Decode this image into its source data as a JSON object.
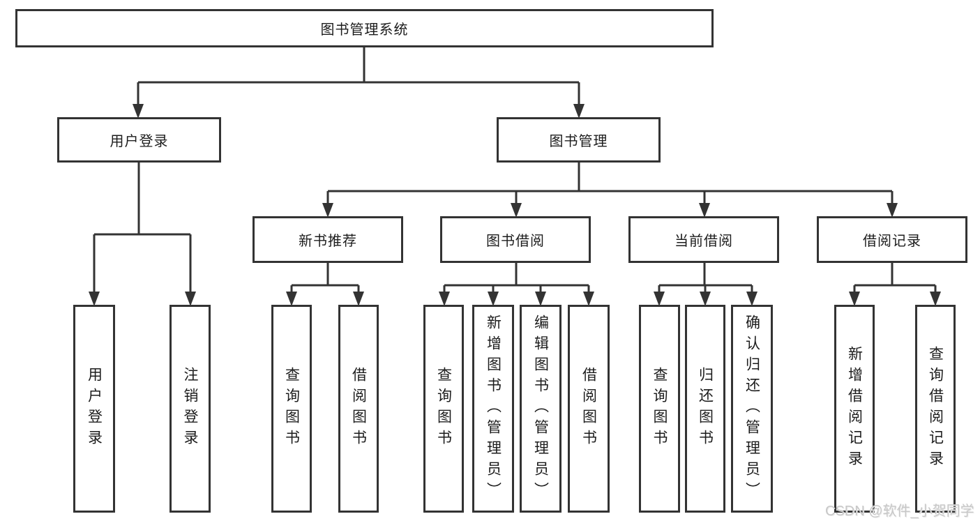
{
  "diagram": {
    "root": "图书管理系统",
    "level2": {
      "user_login": "用户登录",
      "book_management": "图书管理"
    },
    "login_children": [
      "用户登录",
      "注销登录"
    ],
    "level3": [
      "新书推荐",
      "图书借阅",
      "当前借阅",
      "借阅记录"
    ],
    "leaf_groups": {
      "new_books": [
        "查询图书",
        "借阅图书"
      ],
      "book_borrow": [
        "查询图书",
        "新增图书（管理员）",
        "编辑图书（管理员）",
        "借阅图书"
      ],
      "current_borrow": [
        "查询图书",
        "归还图书",
        "确认归还（管理员）"
      ],
      "borrow_records": [
        "新增借阅记录",
        "查询借阅记录"
      ]
    }
  },
  "watermark": "CSDN @软件_小贺同学",
  "colors": {
    "line": "#333333",
    "node_border": "#333333",
    "text": "#1c1c1c",
    "watermark": "#c8c8c8",
    "background": "#ffffff"
  }
}
